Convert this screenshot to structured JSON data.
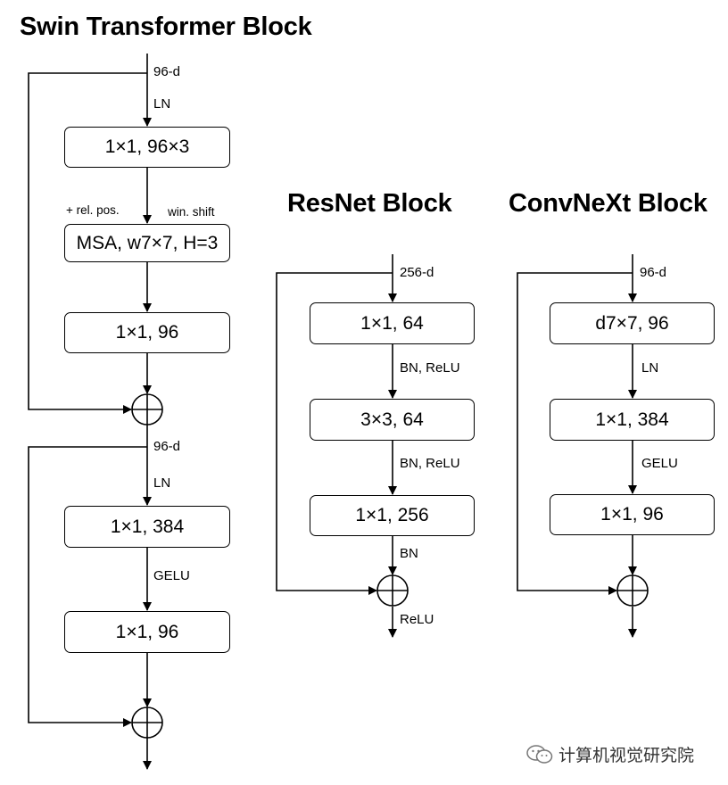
{
  "swin": {
    "title": "Swin Transformer Block",
    "boxes": [
      "1×1, 96×3",
      "MSA, w7×7, H=3",
      "1×1, 96",
      "1×1, 384",
      "1×1, 96"
    ],
    "labels": {
      "dim_top": "96-d",
      "ln_top": "LN",
      "rel_pos": "+ rel. pos.",
      "win_shift": "win. shift",
      "dim_mid": "96-d",
      "ln_mid": "LN",
      "gelu": "GELU"
    }
  },
  "resnet": {
    "title": "ResNet Block",
    "boxes": [
      "1×1, 64",
      "3×3, 64",
      "1×1, 256"
    ],
    "labels": {
      "dim": "256-d",
      "bn_relu_1": "BN, ReLU",
      "bn_relu_2": "BN, ReLU",
      "bn": "BN",
      "relu": "ReLU"
    }
  },
  "convnext": {
    "title": "ConvNeXt Block",
    "boxes": [
      "d7×7, 96",
      "1×1, 384",
      "1×1, 96"
    ],
    "labels": {
      "dim": "96-d",
      "ln": "LN",
      "gelu": "GELU"
    }
  },
  "watermark": {
    "text": "计算机视觉研究院",
    "icon": "wechat-icon"
  }
}
